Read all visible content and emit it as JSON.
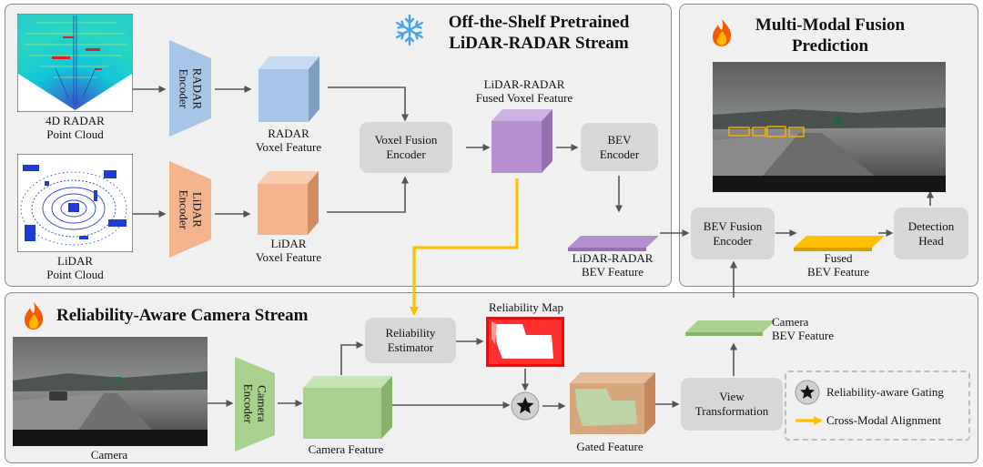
{
  "lidar_radar_stream": {
    "title_line1": "Off-the-Shelf Pretrained",
    "title_line2": "LiDAR-RADAR Stream",
    "radar_input_label": "4D RADAR\nPoint Cloud",
    "lidar_input_label": "LiDAR\nPoint Cloud",
    "radar_encoder": "RADAR\nEncoder",
    "lidar_encoder": "LiDAR\nEncoder",
    "radar_voxel_feature": "RADAR\nVoxel Feature",
    "lidar_voxel_feature": "LiDAR\nVoxel Feature",
    "voxel_fusion_encoder": "Voxel Fusion\nEncoder",
    "fused_voxel_feature": "LiDAR-RADAR\nFused Voxel Feature",
    "bev_encoder": "BEV\nEncoder",
    "bev_feature": "LiDAR-RADAR\nBEV Feature"
  },
  "fusion_prediction": {
    "title_line1": "Multi-Modal Fusion",
    "title_line2": "Prediction",
    "bev_fusion_encoder": "BEV Fusion\nEncoder",
    "fused_bev_feature": "Fused\nBEV Feature",
    "detection_head": "Detection\nHead"
  },
  "camera_stream": {
    "title": "Reliability-Aware Camera Stream",
    "camera_label": "Camera",
    "camera_encoder": "Camera\nEncoder",
    "camera_feature": "Camera Feature",
    "reliability_estimator": "Reliability\nEstimator",
    "reliability_map": "Reliability Map",
    "gated_feature": "Gated Feature",
    "view_transformation": "View\nTransformation",
    "camera_bev_feature": "Camera\nBEV Feature"
  },
  "legend": {
    "gating": "Reliability-aware Gating",
    "alignment": "Cross-Modal Alignment"
  },
  "colors": {
    "radar_blue": "#a7c5e6",
    "lidar_orange": "#f2b38d",
    "purple": "#b58fd0",
    "green": "#a9d18e",
    "yellow": "#ffc000",
    "box_gray": "#d7d7d7"
  },
  "icons": {
    "snowflake": "snowflake-icon",
    "fire": "fire-icon",
    "star": "star-icon"
  }
}
